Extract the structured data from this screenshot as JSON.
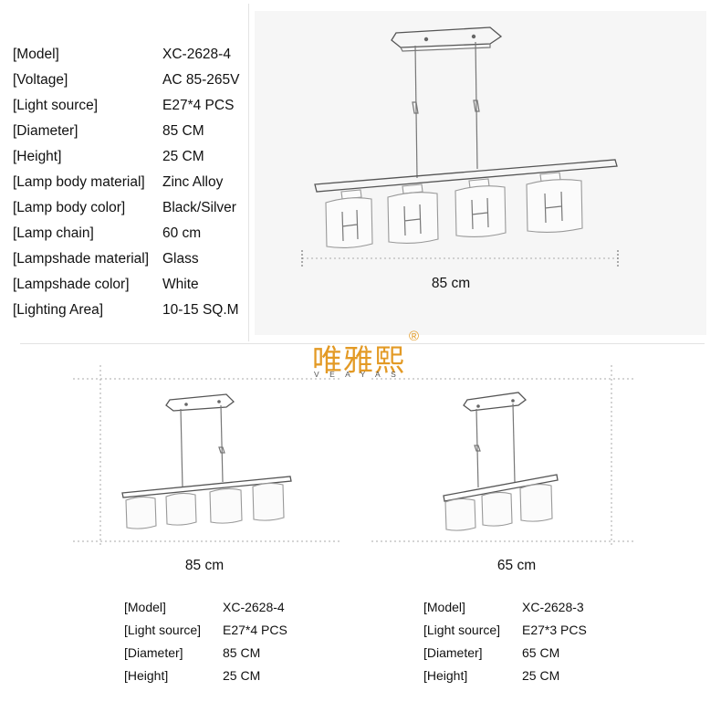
{
  "specs": [
    {
      "label": "[Model]",
      "value": "XC-2628-4"
    },
    {
      "label": "[Voltage]",
      "value": "AC 85-265V"
    },
    {
      "label": "[Light source]",
      "value": "E27*4 PCS"
    },
    {
      "label": "[Diameter]",
      "value": "85 CM"
    },
    {
      "label": "[Height]",
      "value": "25 CM"
    },
    {
      "label": "[Lamp body material]",
      "value": "Zinc Alloy"
    },
    {
      "label": "[Lamp body color]",
      "value": "Black/Silver"
    },
    {
      "label": "[Lamp chain]",
      "value": "60 cm"
    },
    {
      "label": "[Lampshade material]",
      "value": "Glass"
    },
    {
      "label": "[Lampshade color]",
      "value": "White"
    },
    {
      "label": "[Lighting Area]",
      "value": "10-15 SQ.M"
    }
  ],
  "top_illustration": {
    "dimension_label": "85 cm"
  },
  "logo": {
    "chinese": "唯雅熙",
    "registered": "®",
    "english": "VEAYAS",
    "color": "#e39a25"
  },
  "left_product": {
    "dimension_label": "85 cm",
    "specs": [
      {
        "label": "[Model]",
        "value": "XC-2628-4"
      },
      {
        "label": "[Light source]",
        "value": "E27*4 PCS"
      },
      {
        "label": "[Diameter]",
        "value": "85 CM"
      },
      {
        "label": "[Height]",
        "value": "25 CM"
      }
    ]
  },
  "right_product": {
    "dimension_label": "65 cm",
    "specs": [
      {
        "label": "[Model]",
        "value": "XC-2628-3"
      },
      {
        "label": "[Light source]",
        "value": "E27*3 PCS"
      },
      {
        "label": "[Diameter]",
        "value": "65 CM"
      },
      {
        "label": "[Height]",
        "value": "25 CM"
      }
    ]
  }
}
